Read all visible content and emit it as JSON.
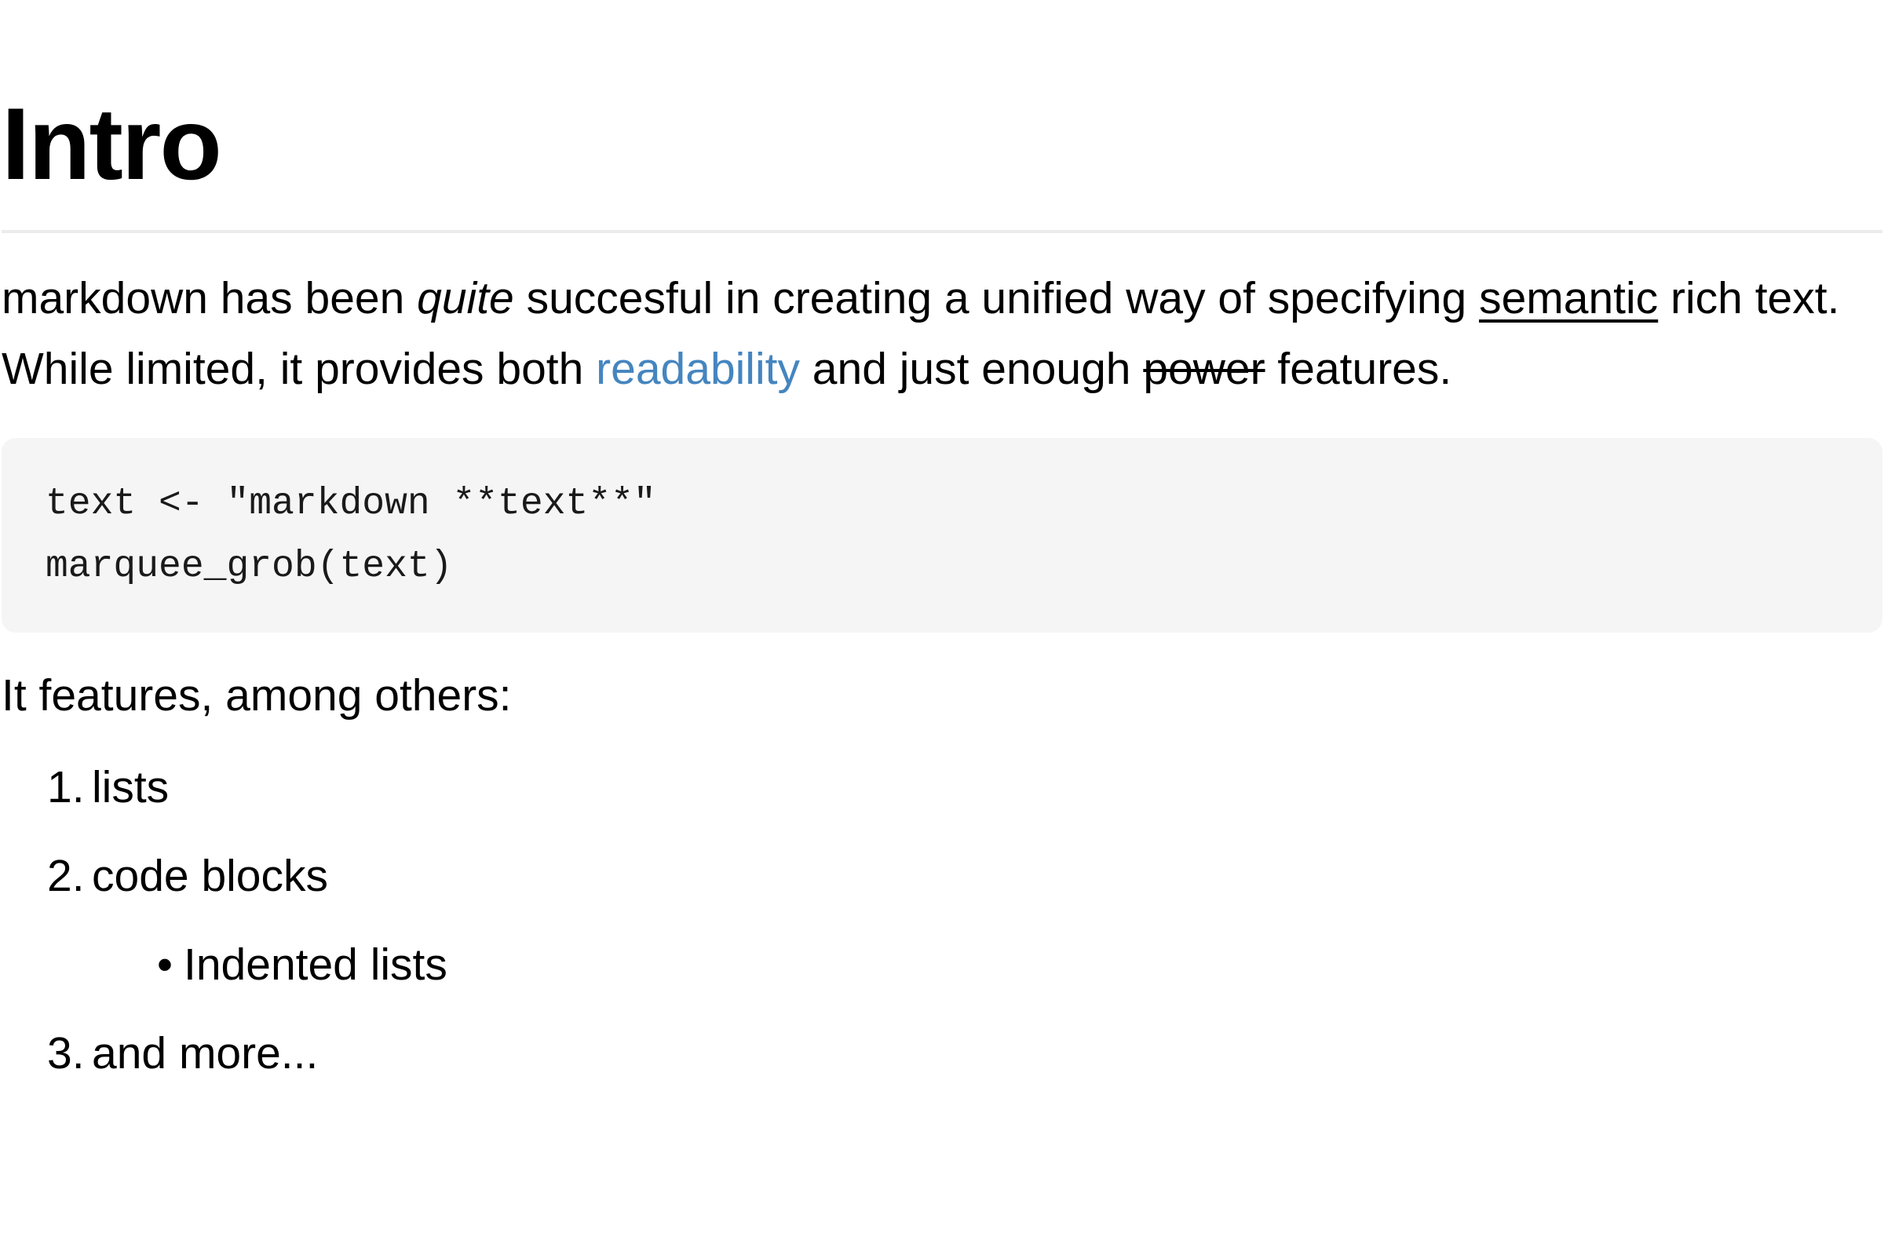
{
  "doc": {
    "heading": "Intro",
    "p1": {
      "seg1": "markdown has been ",
      "quite": "quite",
      "seg2": " succesful in creating a unified way of specifying ",
      "semantic": "semantic",
      "seg3": " rich text.",
      "seg4": "While limited, it provides both ",
      "readability": "readability",
      "seg5": " and just enough ",
      "power": "power",
      "seg6": " features."
    },
    "code": {
      "content": "text <- \"markdown **text**\"\nmarquee_grob(text)"
    },
    "p2": "It features, among others:",
    "list": {
      "marker1": "1.",
      "item1": "lists",
      "marker2": "2.",
      "item2": "code blocks",
      "bullet": "•",
      "nested_item1": "Indented lists",
      "marker3": "3.",
      "item3": "and more..."
    },
    "colors": {
      "text": "#000000",
      "link": "#4585bf",
      "code_background": "#f5f5f5",
      "divider": "#ececec"
    }
  }
}
